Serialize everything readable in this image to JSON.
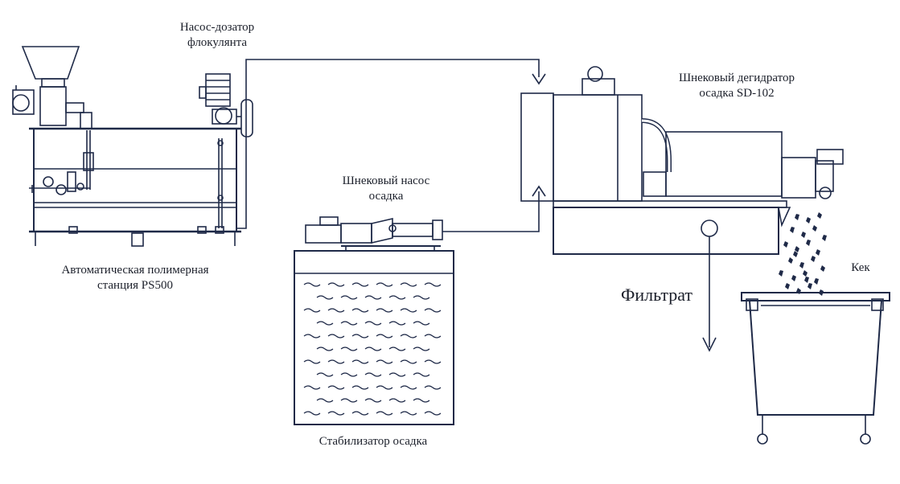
{
  "labels": {
    "dosing_pump": [
      "Насос-дозатор",
      "флокулянта"
    ],
    "polymer_station": [
      "Автоматическая полимерная",
      "станция PS500"
    ],
    "screw_pump": [
      "Шнековый насос",
      "осадка"
    ],
    "stabilizer": "Стабилизатор осадка",
    "dehydrator": [
      "Шнековый дегидратор",
      "осадка SD-102"
    ],
    "filtrate": "Фильтрат",
    "cake": "Кек"
  },
  "colors": {
    "line": "#1f2a48",
    "accent": "#1f3f7a"
  }
}
